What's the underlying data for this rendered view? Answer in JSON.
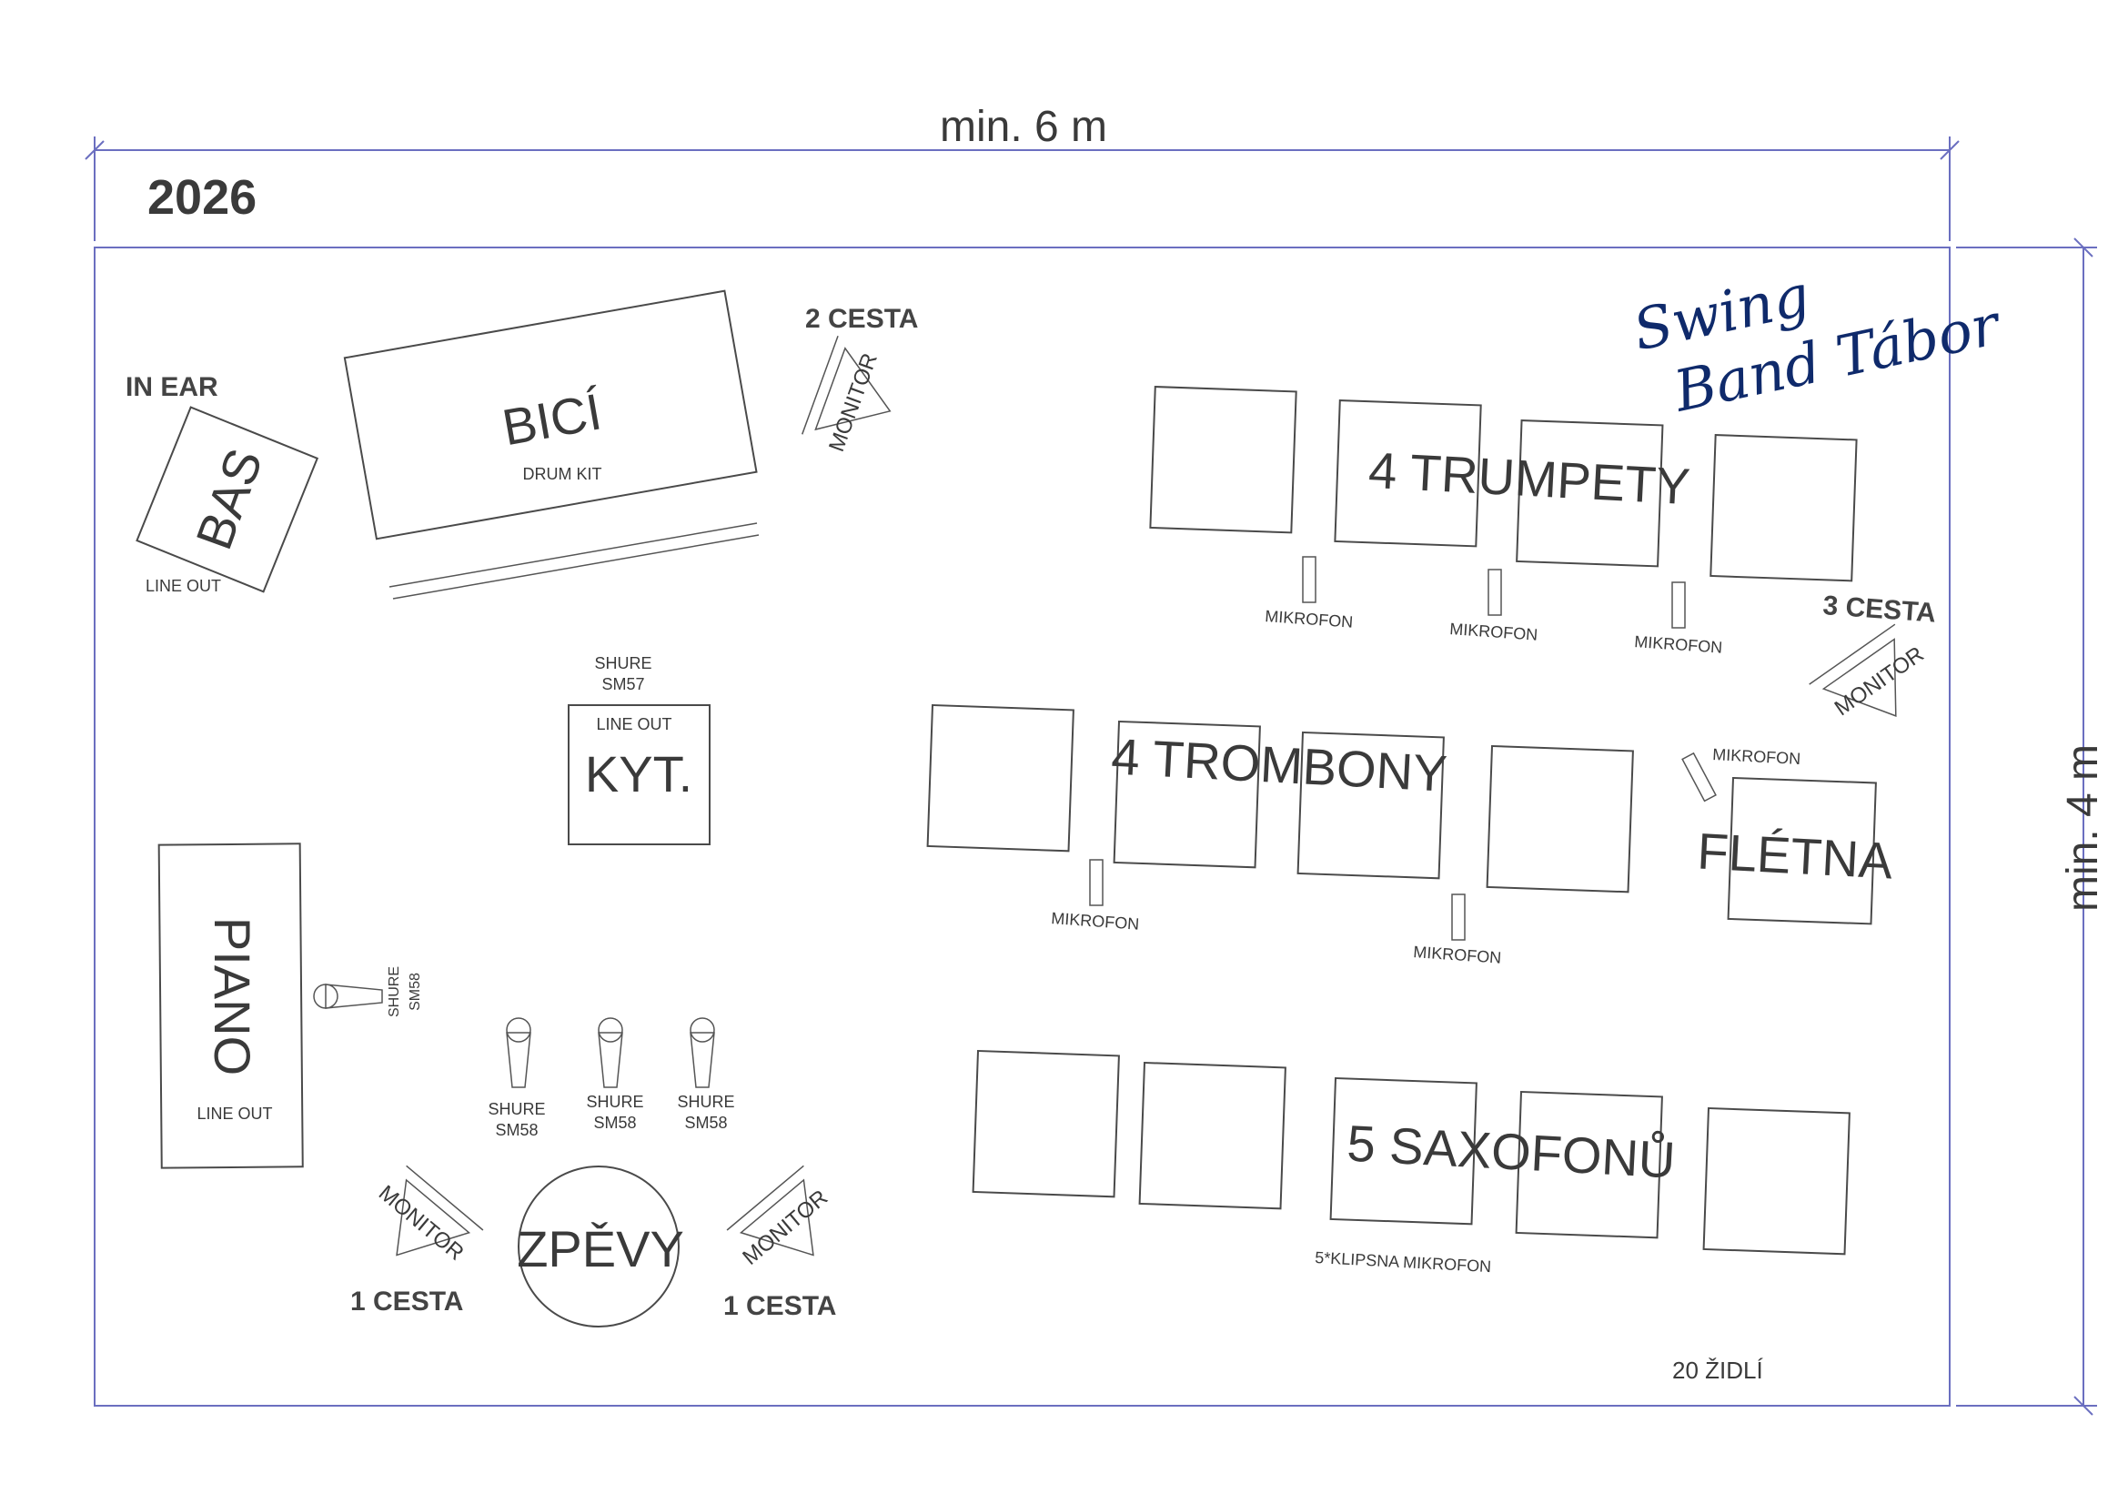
{
  "year": "2026",
  "dimensions": {
    "width": "min. 6 m",
    "height": "min. 4 m"
  },
  "logo": {
    "line1": "Swing",
    "line2": "Band Tábor",
    "color": "#0f2a6b"
  },
  "instruments": {
    "bass": "BAS",
    "bass_in_ear": "IN EAR",
    "bass_line_out": "LINE OUT",
    "drums": "BICÍ",
    "drums_sub": "DRUM KIT",
    "guitar": "KYT.",
    "guitar_line_out": "LINE OUT",
    "guitar_mic": [
      "SHURE",
      "SM57"
    ],
    "piano": "PIANO",
    "piano_line_out": "LINE OUT",
    "piano_mic": [
      "SHURE",
      "SM58"
    ],
    "vocals": "ZPĚVY",
    "trumpets": "4 TRUMPETY",
    "trombones": "4 TROMBONY",
    "flute": "FLÉTNA",
    "saxophones": "5 SAXOFONŮ",
    "sax_mic": "5*KLIPSNA MIKROFON"
  },
  "vocal_mics": [
    {
      "line1": "SHURE",
      "line2": "SM58"
    },
    {
      "line1": "SHURE",
      "line2": "SM58"
    },
    {
      "line1": "SHURE",
      "line2": "SM58"
    }
  ],
  "monitors": {
    "label": "MONITOR",
    "cesta1": "1 CESTA",
    "cesta2": "2 CESTA",
    "cesta3": "3 CESTA"
  },
  "mic_label": "MIKROFON",
  "chairs": "20 ŽIDLÍ"
}
